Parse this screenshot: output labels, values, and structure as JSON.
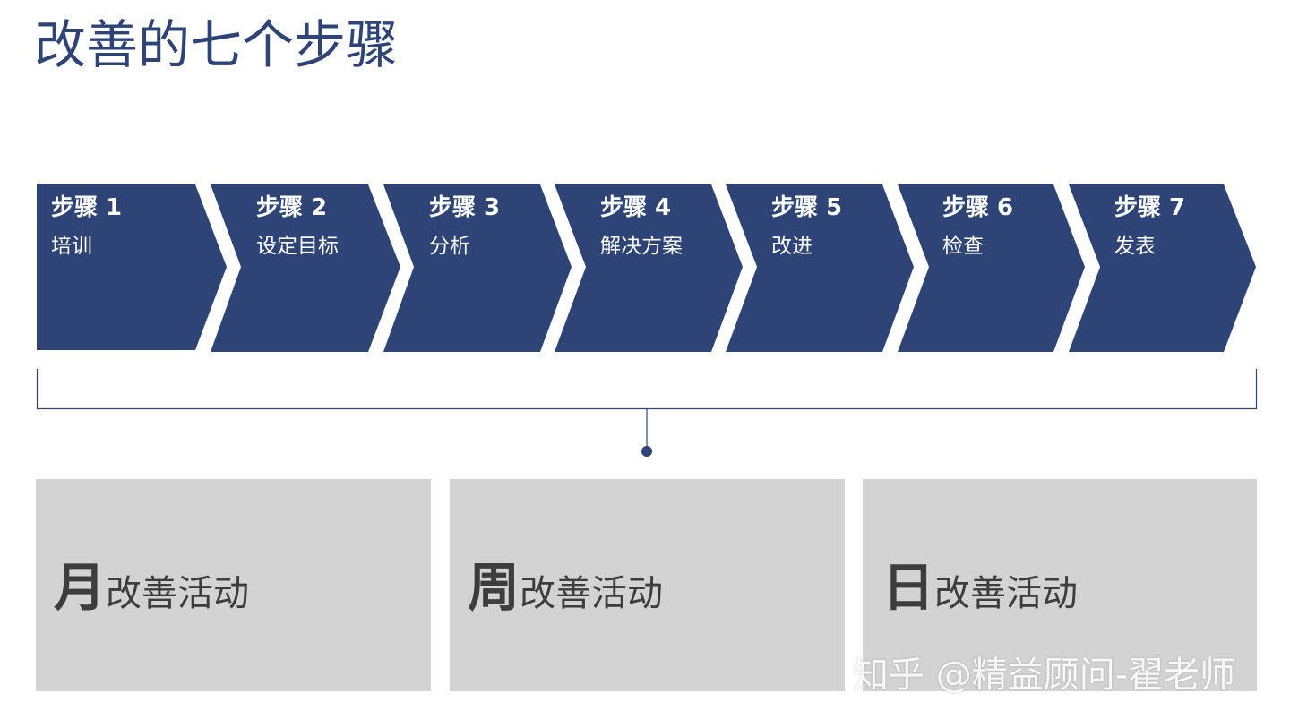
{
  "title": "改善的七个步骤",
  "colors": {
    "step_fill": "#2e4476",
    "connector": "#2e4476",
    "box_fill": "#d3d3d3",
    "box_text": "#3d3d3d"
  },
  "steps": [
    {
      "number": "步骤  1",
      "name": "培训"
    },
    {
      "number": "步骤 2",
      "name": "设定目标"
    },
    {
      "number": "步骤 3",
      "name": "分析"
    },
    {
      "number": "步骤 4",
      "name": "解决方案"
    },
    {
      "number": "步骤 5",
      "name": "改进"
    },
    {
      "number": "步骤 6",
      "name": "检查"
    },
    {
      "number": "步骤 7",
      "name": "发表"
    }
  ],
  "activities": [
    {
      "prefix": "月",
      "suffix": "改善活动"
    },
    {
      "prefix": "周",
      "suffix": "改善活动"
    },
    {
      "prefix": "日",
      "suffix": "改善活动"
    }
  ],
  "watermark": "知乎 @精益顾问-翟老师"
}
